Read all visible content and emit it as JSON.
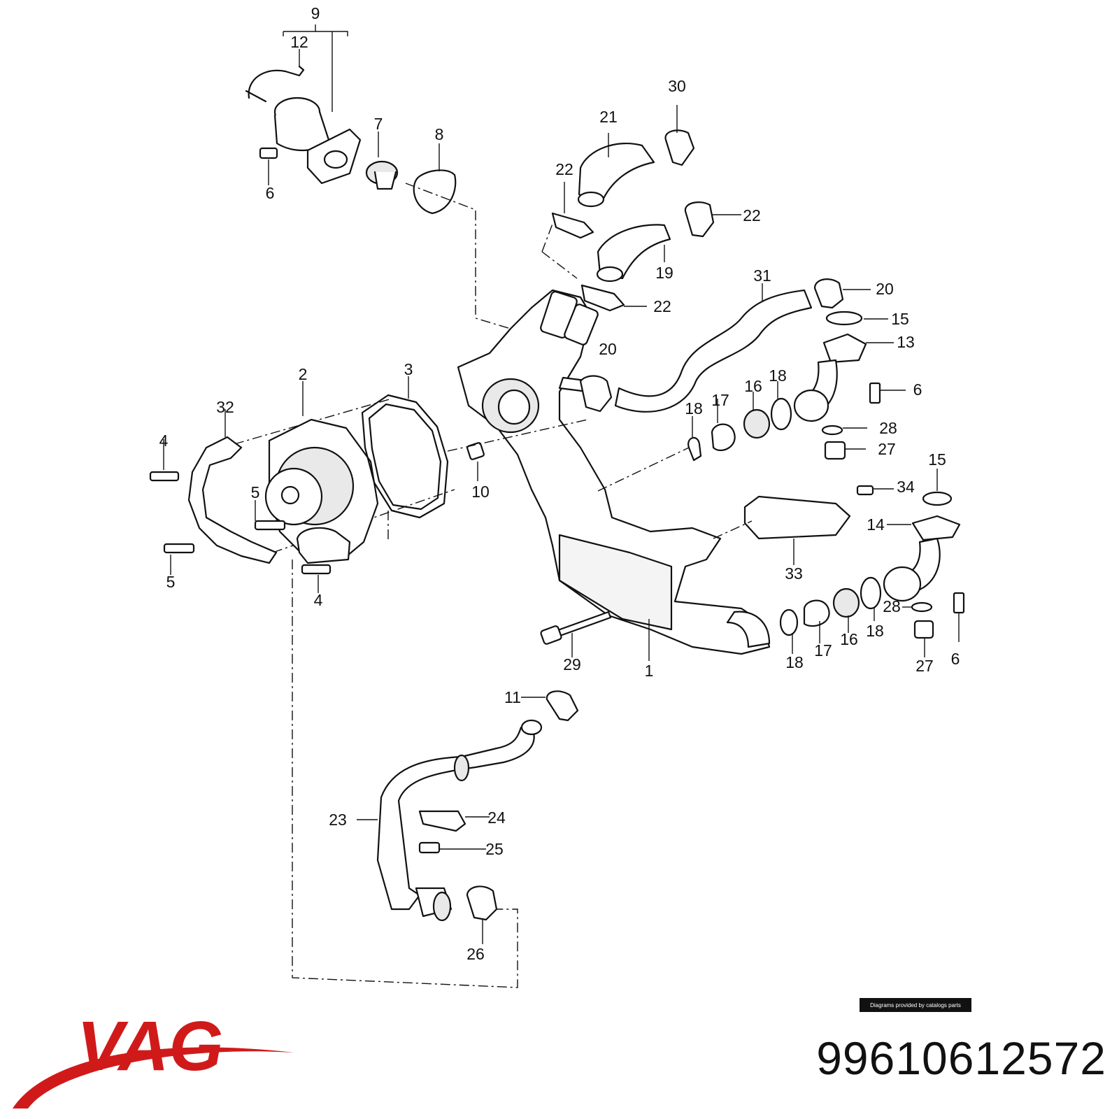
{
  "diagram": {
    "callouts": [
      "9",
      "12",
      "7",
      "8",
      "6",
      "30",
      "21",
      "22",
      "22",
      "19",
      "22",
      "31",
      "20",
      "15",
      "13",
      "20",
      "18",
      "17",
      "16",
      "18",
      "6",
      "28",
      "27",
      "2",
      "3",
      "32",
      "4",
      "5",
      "5",
      "4",
      "10",
      "15",
      "34",
      "14",
      "33",
      "28",
      "27",
      "6",
      "18",
      "17",
      "16",
      "18",
      "29",
      "1",
      "11",
      "24",
      "23",
      "25",
      "26"
    ]
  },
  "footer": {
    "brand": "VAG",
    "brand_color": "#d01a1a",
    "credit": "Diagrams provided by catalogs parts",
    "part_number": "99610612572"
  }
}
